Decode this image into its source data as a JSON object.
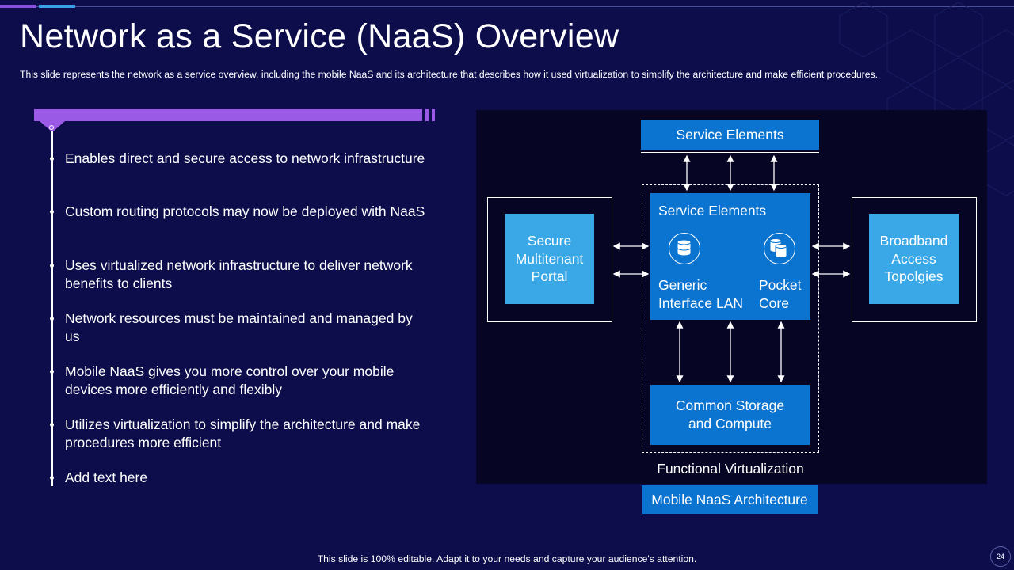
{
  "slide": {
    "title": "Network as a Service (NaaS) Overview",
    "subtitle": "This slide represents the network as a service overview,  including the mobile NaaS and its architecture that describes how it used virtualization to simplify the architecture and make efficient procedures.",
    "footer": "This slide is 100% editable. Adapt it to your needs and capture your audience's attention.",
    "page_number": "24"
  },
  "bullets": [
    "Enables direct and secure access to network infrastructure",
    "Custom routing protocols may now be deployed with NaaS",
    "Uses virtualized network infrastructure to deliver network benefits to clients",
    "Network resources must be maintained and managed by us",
    "Mobile NaaS gives you more control over your mobile devices more efficiently and flexibly",
    "Utilizes virtualization  to simplify the architecture and make procedures more efficient",
    "Add text here"
  ],
  "diagram": {
    "service_elements_top": "Service Elements",
    "service_elements_inner": "Service Elements",
    "generic_interface_lan": "Generic Interface LAN",
    "pocket_core": "Pocket Core",
    "common_storage": "Common Storage and Compute",
    "functional_virtualization": "Functional Virtualization",
    "mobile_naas_architecture": "Mobile NaaS Architecture",
    "secure_portal": "Secure Multitenant Portal",
    "broadband": "Broadband Access Topolgies",
    "icons": [
      "database-icon",
      "database-icon"
    ]
  },
  "colors": {
    "background": "#0c0d4a",
    "accent_purple": "#9b5ae6",
    "box_blue": "#0a74d0",
    "box_light_blue": "#3aa8e6",
    "diagram_background": "#060524"
  }
}
